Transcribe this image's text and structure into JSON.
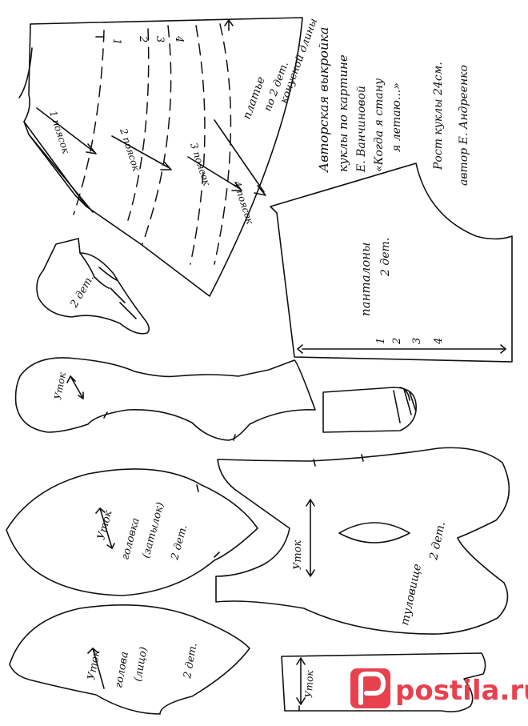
{
  "title_note": {
    "line1": "Авторская выкройка",
    "line2": "куклы по картине",
    "line3": "Е. Ванчиновой",
    "line4": "«Когда я стану",
    "line5": "я летаю...»"
  },
  "author_note": {
    "line1": "Рост куклы 24см.",
    "line2": "автор Е. Андреенко"
  },
  "dress": {
    "label1": "платье",
    "label2": "по 2 дет.",
    "label3": "конусной длины",
    "size1": "1 поясок",
    "size2": "2 поясок",
    "size3": "3 поясок",
    "size4": "4 поясок",
    "marks": [
      "1",
      "2",
      "3",
      "4"
    ]
  },
  "pants": {
    "label": "панталоны",
    "count": "2 дет.",
    "marks": [
      "1",
      "2",
      "3",
      "4"
    ]
  },
  "boot": {
    "count": "2 дет."
  },
  "leg": {
    "grain": "Уток"
  },
  "head_back": {
    "grain": "Уток",
    "name": "головка",
    "part": "(затылок)",
    "count": "2 дет."
  },
  "head_front": {
    "grain": "Уток",
    "name": "голова",
    "part": "(лицо)",
    "count": "2 дет."
  },
  "torso": {
    "grain": "Уток",
    "name": "туловище",
    "count": "2 дет."
  },
  "arm": {
    "grain": "Уток"
  },
  "watermark": {
    "text": "postila.ru",
    "color": "#e8414e"
  }
}
